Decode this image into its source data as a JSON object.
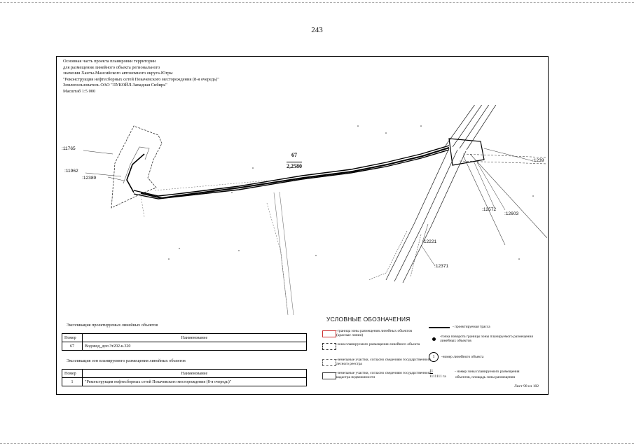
{
  "page": {
    "number": "243"
  },
  "header": {
    "lines": [
      "Основная часть проекта планировки территории",
      "для размещения линейного объекта регионального",
      "значения Ханты-Мансийского автономного округа-Югры",
      "\"Реконструкция нефтесборных сетей Покачевского месторождения (8-я очередь)\"",
      "Землепользователь ОАО \"ЛУКОЙЛ-Западная Сибирь\"",
      "Масштаб 1:5 000"
    ]
  },
  "map": {
    "labels": {
      "l11765": ":11765",
      "l11962": ":11962",
      "l12389": ":12389",
      "l1239": ":1239",
      "l12572": ":12572",
      "l12603": ":12603",
      "l12221": ":12221",
      "l12371": ":12371"
    },
    "object_number": "67",
    "object_area": "2,2580"
  },
  "legend": {
    "title": "УСЛОВНЫЕ ОБОЗНАЧЕНИЯ",
    "items": [
      "-граница зоны размещения линейных объектов (красные линии)",
      "-зона планируемого размещения линейного объекта",
      "-земельные участки, согласно сведениям государственного лесного реестра",
      "-земельные участки, согласно сведениям государственного кадастра недвижимости"
    ],
    "right_items": {
      "route": "- проектируемая трасса",
      "turn_point": "-точка поворота границы зоны планируемого размещения линейных объектов",
      "object_number_label": "-номер линейного объекта",
      "circle_symbol": "1",
      "zone_code": "11",
      "zone_area": "1111111 га",
      "zone_desc_1": "- номер зоны планируемого размещения",
      "zone_desc_2": "объектов, площадь зоны размещения"
    }
  },
  "table1": {
    "caption": "Экспликация проектируемых линейных объектов",
    "headers": [
      "Номер",
      "Наименование"
    ],
    "rows": [
      [
        "67",
        "Водовод_доп 3т202-к.320"
      ]
    ]
  },
  "table2": {
    "caption": "Экспликация зон планируемого размещения линейных объектов",
    "headers": [
      "Номер",
      "Наименование"
    ],
    "rows": [
      [
        "1",
        "\"Реконструкция нефтесборных сетей Покачевского месторождения (8-я очередь)\""
      ]
    ]
  },
  "sheet": {
    "label": "Лист 98 из 102"
  }
}
